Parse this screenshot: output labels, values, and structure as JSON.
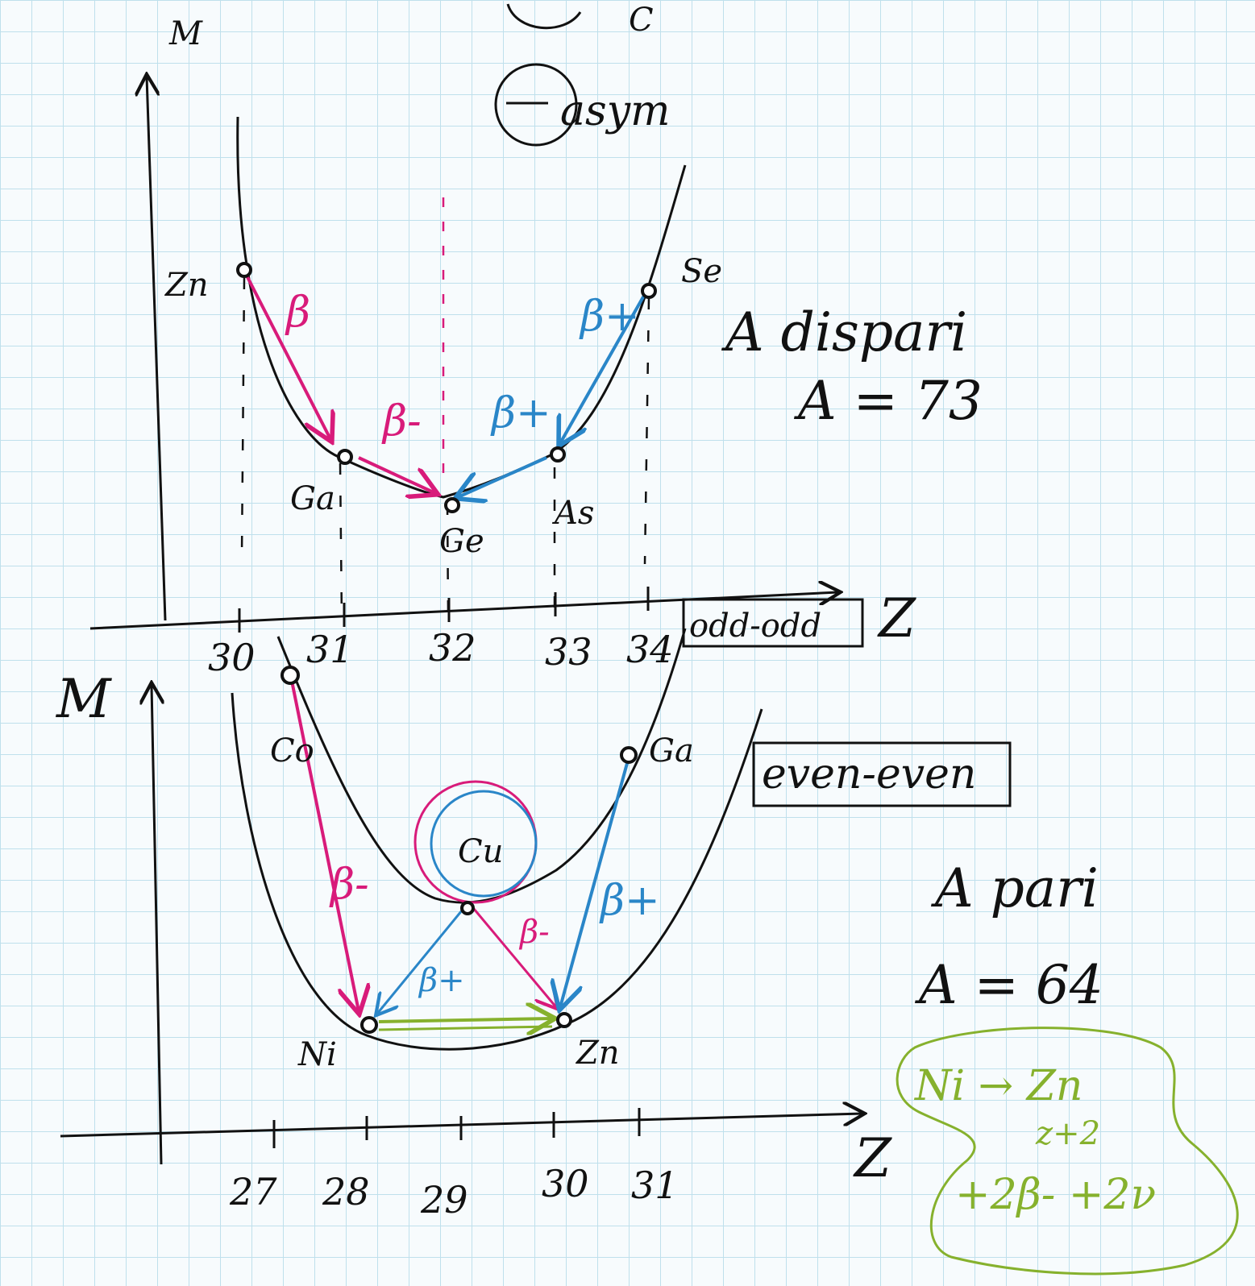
{
  "top_diagram": {
    "axis_y": "M",
    "axis_x": "Z",
    "header_marks": [
      "C",
      "asym"
    ],
    "box_label": "odd-odd",
    "title": "A dispari",
    "mass_number": "A = 73",
    "z_ticks": [
      "30",
      "31",
      "32",
      "33",
      "34"
    ],
    "nuclides": [
      "Zn",
      "Ga",
      "Ge",
      "As",
      "Se"
    ],
    "decays": [
      {
        "from": "Zn",
        "to": "Ga",
        "label": "β",
        "color": "#d81b7a"
      },
      {
        "from": "Ga",
        "to": "Ge",
        "label": "β-",
        "color": "#d81b7a"
      },
      {
        "from": "Se",
        "to": "As",
        "label": "β+",
        "color": "#2a86c8"
      },
      {
        "from": "As",
        "to": "Ge",
        "label": "β+",
        "color": "#2a86c8"
      }
    ]
  },
  "bottom_diagram": {
    "axis_y": "M",
    "axis_x": "Z",
    "box_label": "even-even",
    "title": "A pari",
    "mass_number": "A = 64",
    "z_ticks": [
      "27",
      "28",
      "29",
      "30",
      "31"
    ],
    "nuclides": [
      "Co",
      "Ni",
      "Cu",
      "Zn",
      "Ga"
    ],
    "decays": [
      {
        "from": "Co",
        "to": "Ni",
        "label": "β-",
        "color": "#d81b7a"
      },
      {
        "from": "Cu",
        "to": "Ni",
        "label": "β+",
        "color": "#2a86c8"
      },
      {
        "from": "Cu",
        "to": "Zn",
        "label": "β-",
        "color": "#d81b7a"
      },
      {
        "from": "Ga",
        "to": "Zn",
        "label": "β+",
        "color": "#2a86c8"
      }
    ],
    "double_beta": {
      "reaction": "Ni → Zn",
      "z_change": "z+2",
      "emission": "+2β- +2ν",
      "color": "#86b12d"
    }
  }
}
